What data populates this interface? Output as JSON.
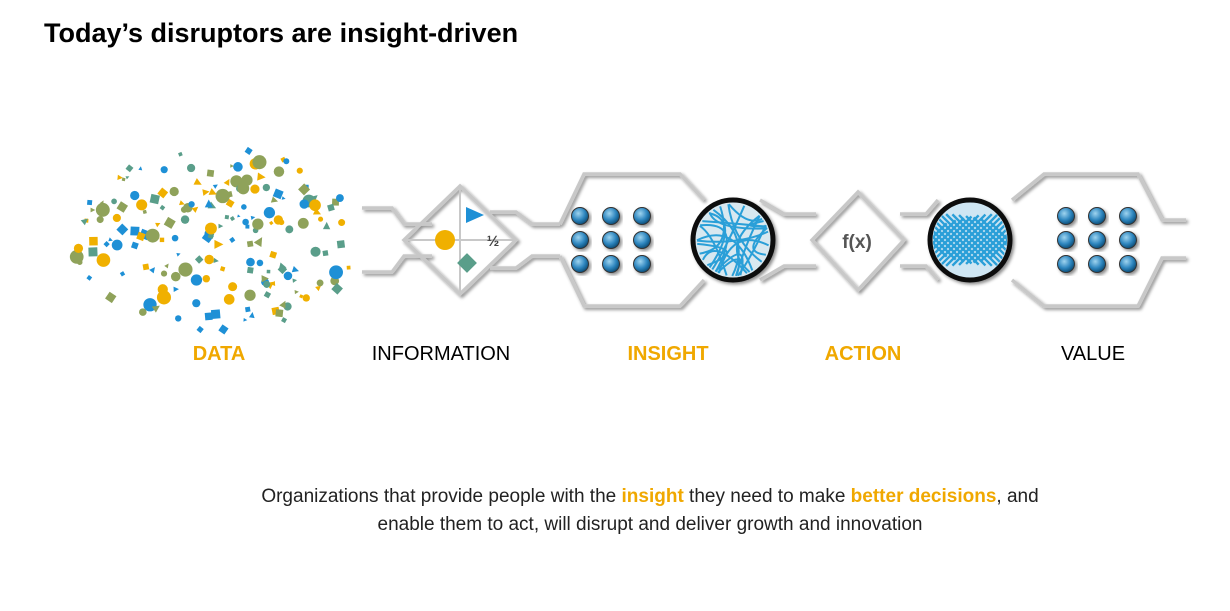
{
  "title": "Today’s disruptors are insight-driven",
  "stages": [
    {
      "label": "DATA",
      "highlight": true
    },
    {
      "label": "INFORMATION",
      "highlight": false
    },
    {
      "label": "INSIGHT",
      "highlight": true
    },
    {
      "label": "ACTION",
      "highlight": true
    },
    {
      "label": "VALUE",
      "highlight": false
    }
  ],
  "function_label": "f(x)",
  "fraction_label": "½",
  "tagline": {
    "line1_a": "Organizations that provide people with the ",
    "line1_hl1": "insight",
    "line1_b": " they need to make ",
    "line1_hl2": "better decisions",
    "line1_c": ", and",
    "line2": "enable them to act, will disrupt and deliver growth and innovation"
  },
  "colors": {
    "highlight": "#f0a800",
    "blue": "#1e90d6",
    "teal": "#5a9e8a",
    "olive": "#8fa25a",
    "gold": "#f0b000",
    "outline": "#c8c8c8"
  }
}
